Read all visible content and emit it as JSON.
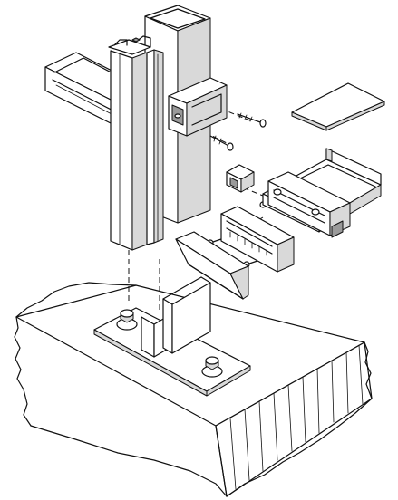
{
  "figure": {
    "kind": "exploded-isometric-technical-drawing",
    "components": [
      "concrete-slab",
      "base-anchor-plate",
      "anchor-bolts",
      "vertical-mullion",
      "horizontal-transom",
      "shear-block",
      "fastening-screws",
      "glazing-adaptor",
      "pressure-plate",
      "snap-cover",
      "end-cap",
      "setting-block",
      "alignment-guide-lines"
    ],
    "colors": {
      "line": "#111111",
      "face": "#ffffff",
      "shade": "#d9d9d9",
      "dark": "#9a9a9a"
    }
  }
}
